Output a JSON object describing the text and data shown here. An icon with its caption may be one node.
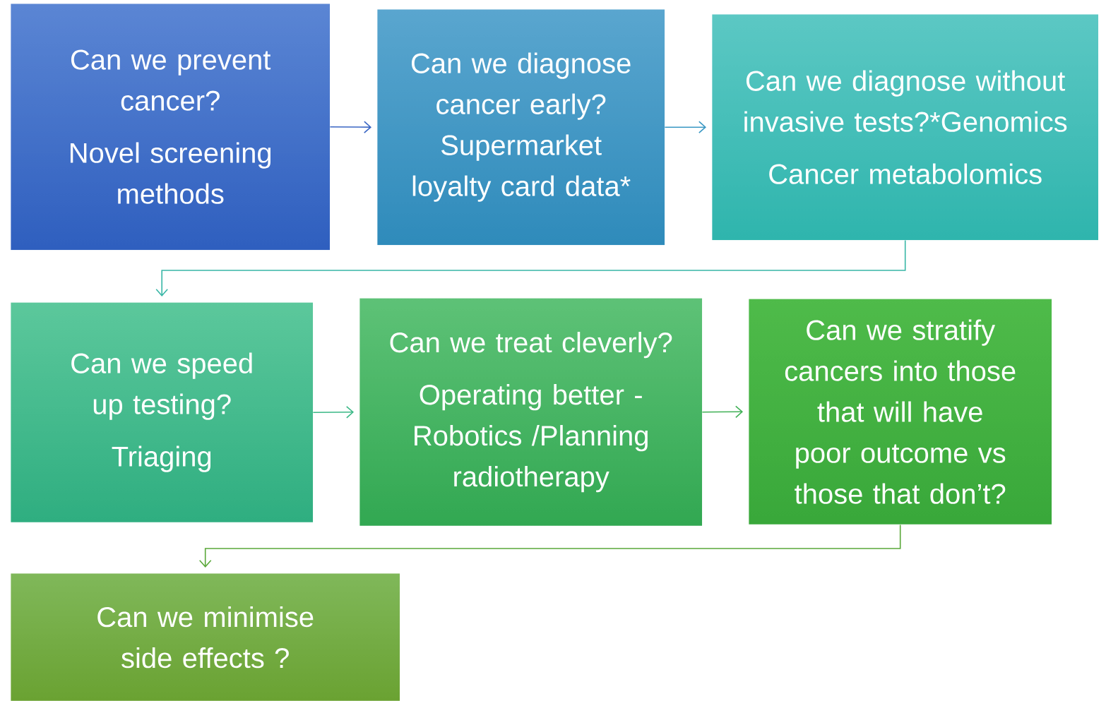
{
  "diagram": {
    "nodes": [
      {
        "text": [
          "Can we prevent cancer?",
          "Novel screening methods"
        ]
      },
      {
        "text": [
          "Can we diagnose cancer early? Supermarket loyalty card data*"
        ]
      },
      {
        "text": [
          "Can we diagnose without invasive tests?*Genomics",
          "Cancer metabolomics"
        ]
      },
      {
        "text": [
          "Can we speed up testing?",
          "Triaging"
        ]
      },
      {
        "text": [
          "Can we treat cleverly?",
          "Operating better - Robotics /Planning radiotherapy"
        ]
      },
      {
        "text": [
          "Can we stratify cancers into those that will have poor outcome vs those that don’t?"
        ]
      },
      {
        "text": [
          "Can we minimise side effects ?"
        ]
      }
    ],
    "edges": [
      {
        "from": 0,
        "to": 1,
        "arrow": "to",
        "color": "#3a66c4"
      },
      {
        "from": 1,
        "to": 2,
        "arrow": "to",
        "color": "#3a98c4"
      },
      {
        "from": 2,
        "to": 3,
        "arrow": "to",
        "color": "#38b6a6"
      },
      {
        "from": 3,
        "to": 4,
        "arrow": "to",
        "color": "#3ab886"
      },
      {
        "from": 4,
        "to": 5,
        "arrow": "to",
        "color": "#3fb055"
      },
      {
        "from": 5,
        "to": 6,
        "arrow": "to",
        "color": "#5aa83a"
      }
    ]
  }
}
